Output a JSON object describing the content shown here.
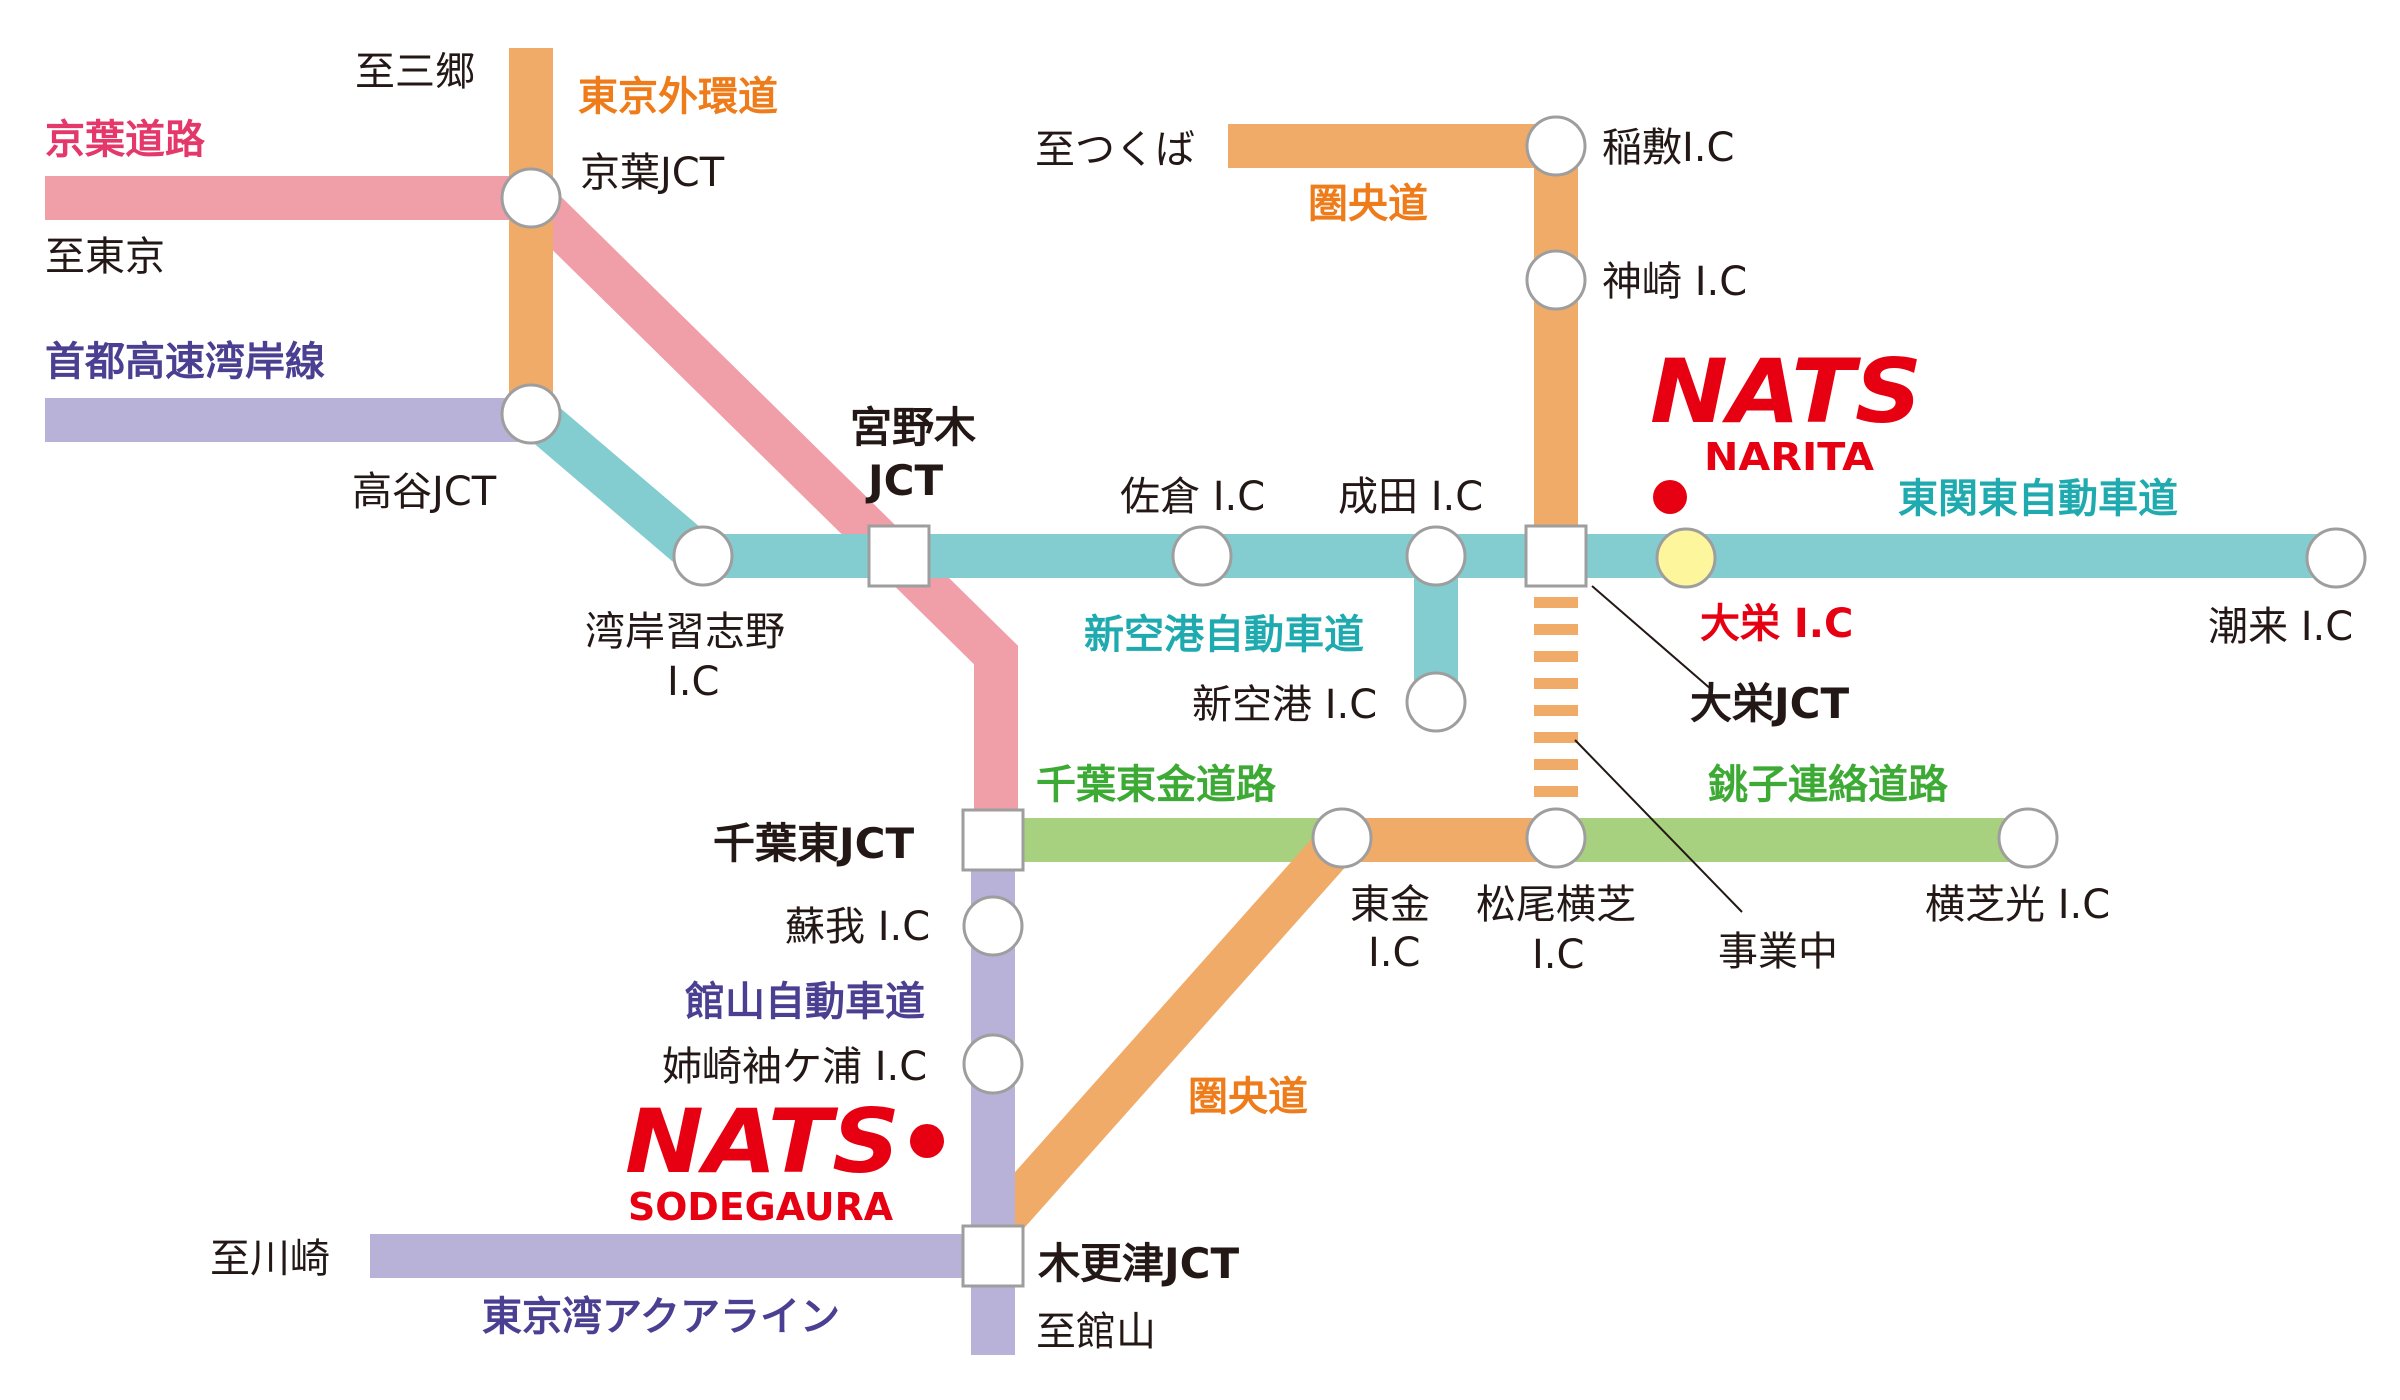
{
  "colors": {
    "orange": "#f0ab68",
    "pink": "#f09fa8",
    "teal": "#83cdd0",
    "lavender": "#b9b2d8",
    "green": "#a8d17f",
    "orange_text": "#ef7c1a",
    "pink_text": "#e4386a",
    "purple_text": "#4b3f92",
    "teal_text": "#1eaaae",
    "green_text": "#3daa35",
    "red": "#e60012",
    "station_fill": "#ffffff",
    "station_stroke": "#9e9e9e",
    "highlight_fill": "#fef69d"
  },
  "roads": {
    "keiyo_road": "京葉道路",
    "tokyo_gaikan": "東京外環道",
    "shuto_wangan": "首都高速湾岸線",
    "ken_o_north": "圏央道",
    "higashi_kanto": "東関東自動車道",
    "shin_kuko": "新空港自動車道",
    "chiba_togane": "千葉東金道路",
    "choshi_renraku": "銚子連絡道路",
    "tateyama": "館山自動車道",
    "ken_o_south": "圏央道",
    "aqualine": "東京湾アクアライン"
  },
  "destinations": {
    "misato": "至三郷",
    "tokyo": "至東京",
    "tsukuba": "至つくば",
    "kawasaki": "至川崎",
    "tateyama": "至館山"
  },
  "junctions": {
    "keiyo_jct": "京葉JCT",
    "takaya_jct": "高谷JCT",
    "miyanogi_line1": "宮野木",
    "miyanogi_line2": "JCT",
    "chibahigashi_jct": "千葉東JCT",
    "kisarazu_jct": "木更津JCT",
    "taiei_jct": "大栄JCT"
  },
  "interchanges": {
    "inashiki": "稲敷I.C",
    "kozaki": "神崎 I.C",
    "sakura": "佐倉 I.C",
    "narita": "成田 I.C",
    "wangan_narashino_line1": "湾岸習志野",
    "wangan_narashino_line2": "I.C",
    "shinkuko": "新空港 I.C",
    "taiei": "大栄 I.C",
    "itako": "潮来 I.C",
    "soga": "蘇我 I.C",
    "anesaki": "姉崎袖ケ浦 I.C",
    "togane_line1": "東金",
    "togane_line2": "I.C",
    "matsuo_line1": "松尾横芝",
    "matsuo_line2": "I.C",
    "yokoshibahikari": "横芝光 I.C"
  },
  "notes": {
    "under_construction": "事業中"
  },
  "locations": {
    "narita": {
      "brand": "NATS",
      "sub": "NARITA"
    },
    "sodegaura": {
      "brand": "NATS",
      "sub": "SODEGAURA"
    }
  }
}
